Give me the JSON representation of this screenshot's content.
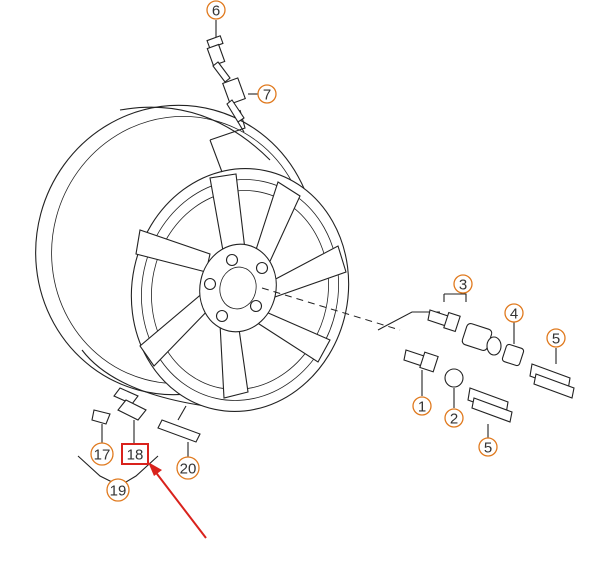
{
  "diagram": {
    "accent_color": "#e07a1f",
    "highlight_color": "#d9221c",
    "highlighted_callout": "18",
    "callouts": [
      {
        "id": "c1",
        "label": "1"
      },
      {
        "id": "c2",
        "label": "2"
      },
      {
        "id": "c3",
        "label": "3"
      },
      {
        "id": "c4",
        "label": "4"
      },
      {
        "id": "c5a",
        "label": "5"
      },
      {
        "id": "c5b",
        "label": "5"
      },
      {
        "id": "c6",
        "label": "6"
      },
      {
        "id": "c7",
        "label": "7"
      },
      {
        "id": "c17",
        "label": "17"
      },
      {
        "id": "c18",
        "label": "18"
      },
      {
        "id": "c19",
        "label": "19"
      },
      {
        "id": "c20",
        "label": "20"
      }
    ]
  }
}
